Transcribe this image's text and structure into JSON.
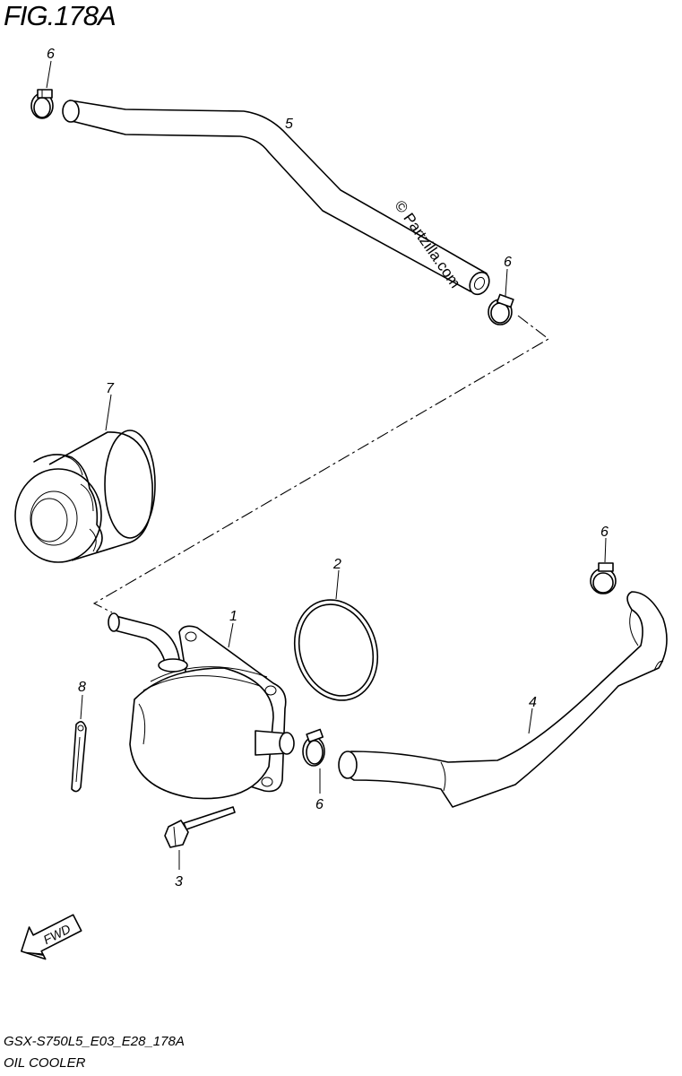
{
  "figure": {
    "title": "FIG.178A",
    "model_code": "GSX-S750L5_E03_E28_178A",
    "section_name": "OIL COOLER",
    "watermark": "© Partzilla.com"
  },
  "callouts": [
    {
      "id": "cooler",
      "label": "1",
      "part": "oil-cooler"
    },
    {
      "id": "oring",
      "label": "2",
      "part": "o-ring"
    },
    {
      "id": "bolt",
      "label": "3",
      "part": "bolt"
    },
    {
      "id": "hose-lower",
      "label": "4",
      "part": "hose"
    },
    {
      "id": "hose-upper",
      "label": "5",
      "part": "hose"
    },
    {
      "id": "clamp-a",
      "label": "6",
      "part": "clamp"
    },
    {
      "id": "clamp-b",
      "label": "6",
      "part": "clamp"
    },
    {
      "id": "clamp-c",
      "label": "6",
      "part": "clamp"
    },
    {
      "id": "clamp-d",
      "label": "6",
      "part": "clamp"
    },
    {
      "id": "filter",
      "label": "7",
      "part": "oil-filter"
    },
    {
      "id": "clamp-strip",
      "label": "8",
      "part": "clamp-strip"
    }
  ],
  "direction_indicator": {
    "label": "FWD",
    "icon": "fwd-arrow-icon"
  }
}
